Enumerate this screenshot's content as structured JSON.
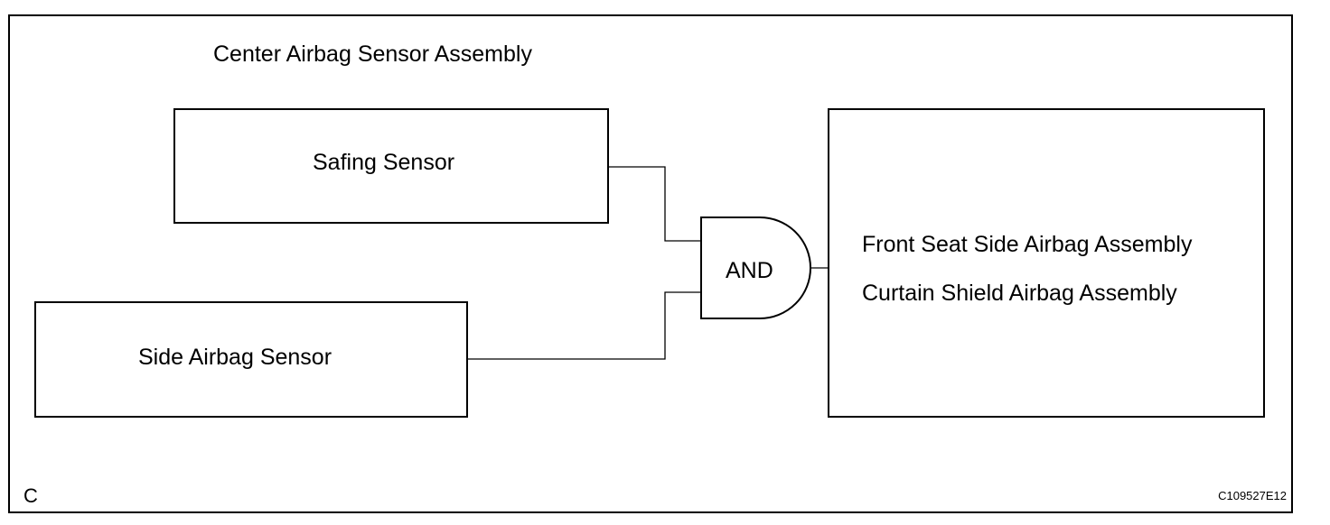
{
  "diagram": {
    "title": "Center Airbag Sensor Assembly",
    "blocks": {
      "safing_sensor": "Safing Sensor",
      "side_airbag_sensor": "Side Airbag Sensor",
      "output_lines": [
        "Front Seat Side Airbag Assembly",
        "Curtain Shield Airbag Assembly"
      ]
    },
    "gate": {
      "label": "AND",
      "type": "and-gate"
    },
    "corner_label": "C",
    "figure_id": "C109527E12",
    "colors": {
      "line": "#000000",
      "background": "#ffffff"
    }
  }
}
